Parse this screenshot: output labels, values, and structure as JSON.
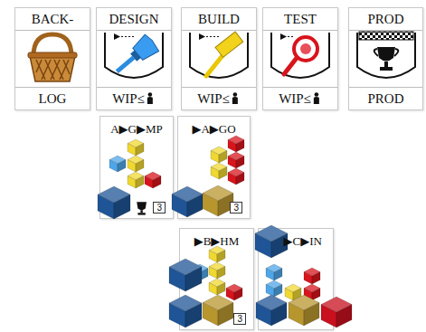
{
  "diagram": {
    "nodes": [
      {
        "text": [
          "BACK-",
          "LOG"
        ]
      },
      {
        "text": [
          "DESIGN",
          "WIP≤"
        ]
      },
      {
        "text": [
          "BUILD",
          "WIP≤"
        ]
      },
      {
        "text": [
          "TEST",
          "WIP≤"
        ]
      },
      {
        "text": [
          "PROD",
          "PROD"
        ]
      },
      {
        "text": [
          "A▶G▶MP",
          "3"
        ]
      },
      {
        "text": [
          "▶A▶GO",
          "3"
        ]
      },
      {
        "text": [
          "▶B▶HM",
          "3"
        ]
      },
      {
        "text": [
          "▶C▶IN"
        ]
      }
    ]
  }
}
